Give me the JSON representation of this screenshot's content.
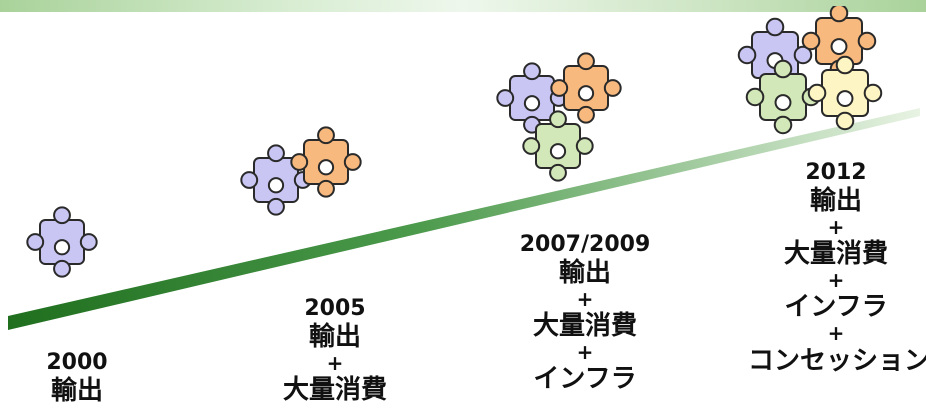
{
  "colors": {
    "purple": "#c9c6f3",
    "orange": "#f7b97e",
    "green": "#d3e8b8",
    "yellow": "#fdf5c4",
    "arrow_dark": "#1f6f1f",
    "arrow_light": "#e8f3e3"
  },
  "stages": [
    {
      "year": "2000",
      "items": [
        "輸出"
      ],
      "separator": "+",
      "pieces": [
        "purple"
      ]
    },
    {
      "year": "2005",
      "items": [
        "輸出",
        "大量消費"
      ],
      "separator": "+",
      "pieces": [
        "purple",
        "orange"
      ]
    },
    {
      "year": "2007/2009",
      "items": [
        "輸出",
        "大量消費",
        "インフラ"
      ],
      "separator": "+",
      "pieces": [
        "purple",
        "orange",
        "green"
      ]
    },
    {
      "year": "2012",
      "items": [
        "輸出",
        "大量消費",
        "インフラ",
        "コンセッション"
      ],
      "separator": "+",
      "pieces": [
        "purple",
        "orange",
        "green",
        "yellow"
      ]
    }
  ]
}
